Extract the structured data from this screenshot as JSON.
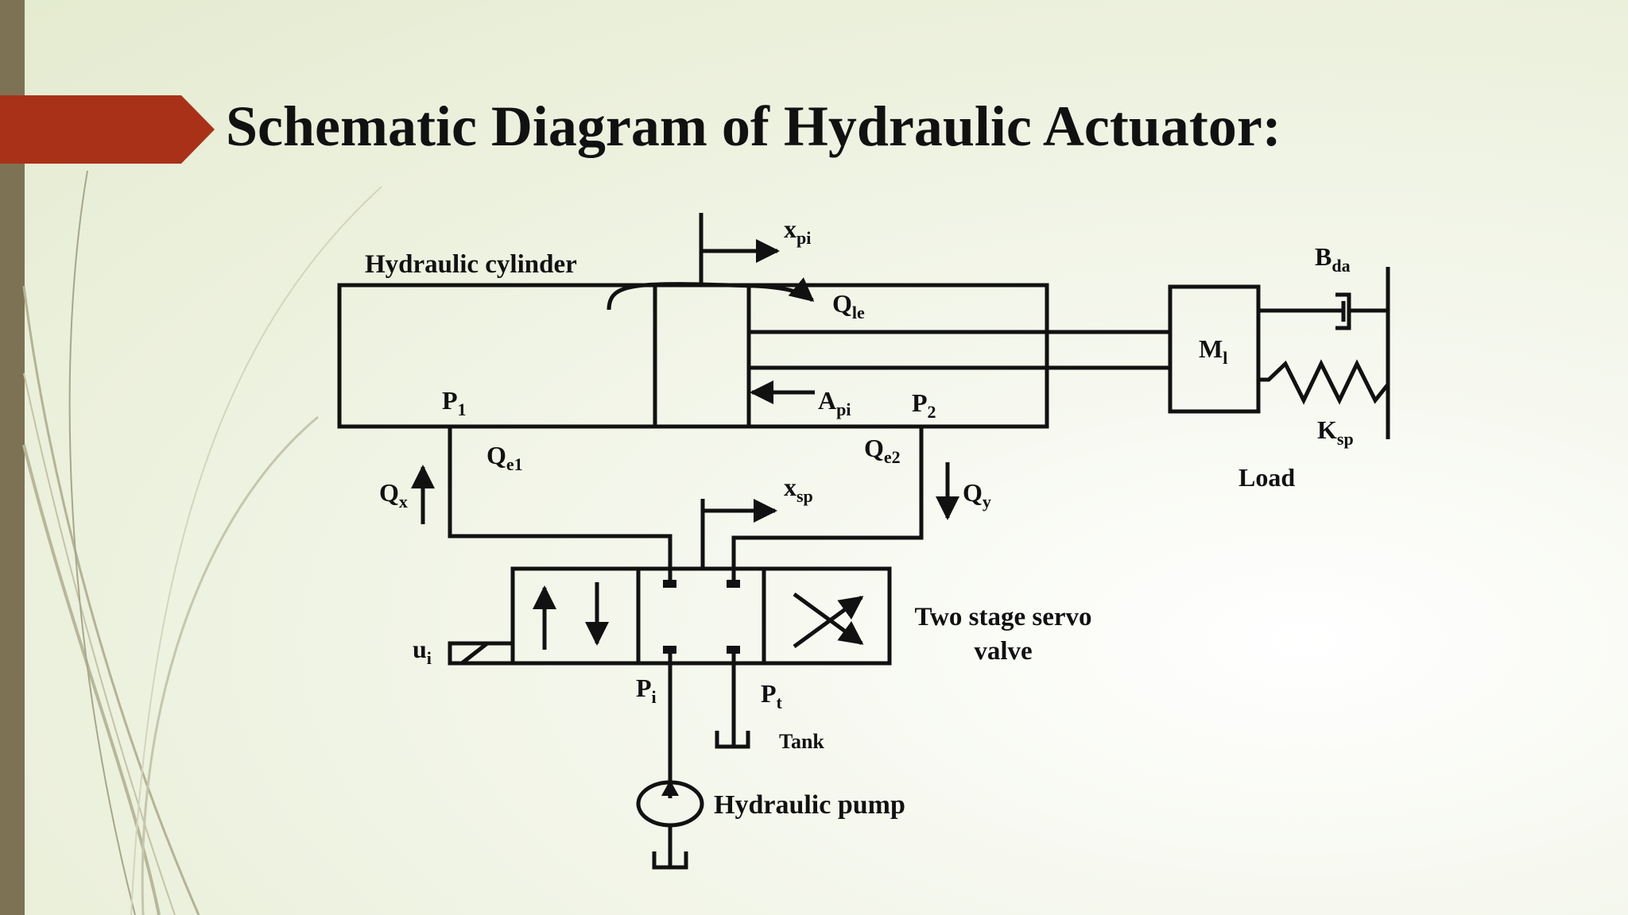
{
  "slide": {
    "title": "Schematic Diagram of Hydraulic Actuator:"
  },
  "diagram": {
    "labels": {
      "hydraulic_cylinder": "Hydraulic cylinder",
      "x_pi_main": "x",
      "x_pi_sub": "pi",
      "q_le_main": "Q",
      "q_le_sub": "le",
      "a_pi_main": "A",
      "a_pi_sub": "pi",
      "p1_main": "P",
      "p1_sub": "1",
      "p2_main": "P",
      "p2_sub": "2",
      "q_e1_main": "Q",
      "q_e1_sub": "e1",
      "q_e2_main": "Q",
      "q_e2_sub": "e2",
      "q_x_main": "Q",
      "q_x_sub": "x",
      "q_y_main": "Q",
      "q_y_sub": "y",
      "x_sp_main": "x",
      "x_sp_sub": "sp",
      "b_da_main": "B",
      "b_da_sub": "da",
      "m_l_main": "M",
      "m_l_sub": "l",
      "k_sp_main": "K",
      "k_sp_sub": "sp",
      "load": "Load",
      "servo_valve_line1": "Two stage servo",
      "servo_valve_line2": "valve",
      "u_i_main": "u",
      "u_i_sub": "i",
      "p_i_main": "P",
      "p_i_sub": "i",
      "p_t_main": "P",
      "p_t_sub": "t",
      "tank": "Tank",
      "hydraulic_pump": "Hydraulic pump"
    }
  },
  "colors": {
    "accent": "#a93118",
    "side_bar": "#7d7354",
    "line": "#111111"
  }
}
